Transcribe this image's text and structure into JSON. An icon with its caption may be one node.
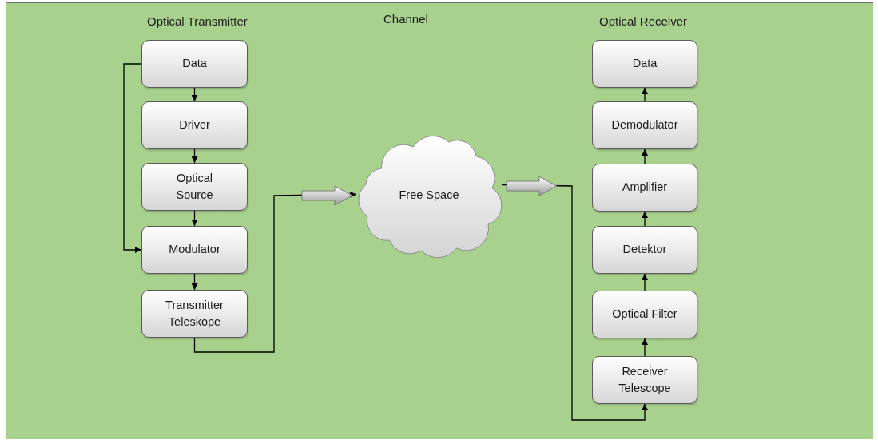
{
  "diagram": {
    "nodes": [
      {
        "text": [
          "Data"
        ]
      },
      {
        "text": [
          "Driver"
        ]
      },
      {
        "text": [
          "Optical Source"
        ]
      },
      {
        "text": [
          "Modulator"
        ]
      },
      {
        "text": [
          "Transmitter Teleskope"
        ]
      },
      {
        "text": [
          "Free Space"
        ]
      },
      {
        "text": [
          "Data"
        ]
      },
      {
        "text": [
          "Demodulator"
        ]
      },
      {
        "text": [
          "Amplifier"
        ]
      },
      {
        "text": [
          "Detektor"
        ]
      },
      {
        "text": [
          "Optical Filter"
        ]
      },
      {
        "text": [
          "Receiver Telescope"
        ]
      }
    ],
    "edges": [
      {
        "from": 0,
        "to": 1,
        "arrow": "to"
      },
      {
        "from": 1,
        "to": 2,
        "arrow": "to"
      },
      {
        "from": 2,
        "to": 3,
        "arrow": "to"
      },
      {
        "from": 3,
        "to": 4,
        "arrow": "to"
      },
      {
        "from": 0,
        "to": 3,
        "arrow": "to"
      },
      {
        "from": 4,
        "to": 5,
        "arrow": "to"
      },
      {
        "from": 5,
        "to": 11,
        "arrow": "to"
      },
      {
        "from": 11,
        "to": 10,
        "arrow": "to"
      },
      {
        "from": 10,
        "to": 9,
        "arrow": "to"
      },
      {
        "from": 9,
        "to": 8,
        "arrow": "to"
      },
      {
        "from": 8,
        "to": 7,
        "arrow": "to"
      },
      {
        "from": 7,
        "to": 6,
        "arrow": "to"
      }
    ],
    "labels": [
      "Optical Transmitter",
      "Channel",
      "Optical Receiver"
    ]
  }
}
